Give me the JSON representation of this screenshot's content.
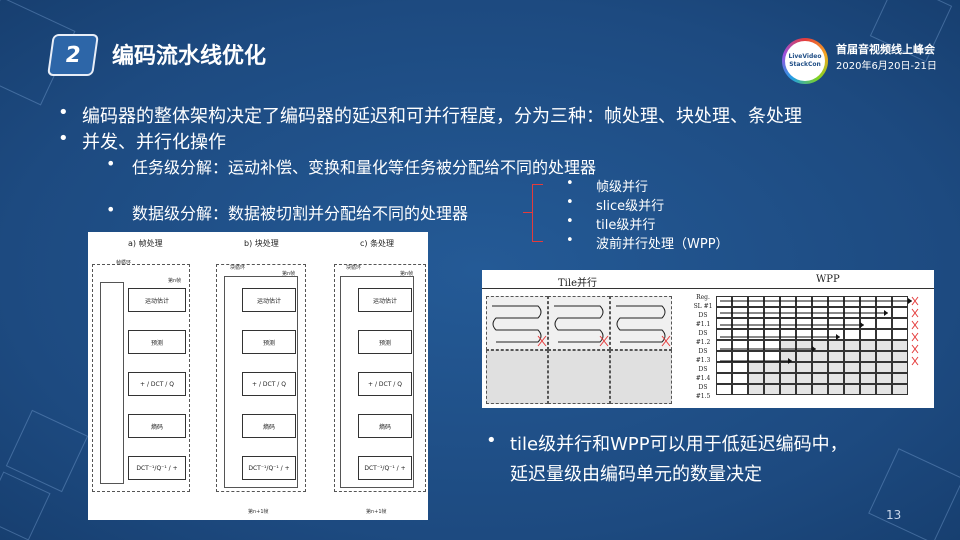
{
  "slide": {
    "section_number": "2",
    "title": "编码流水线优化",
    "conference": {
      "name": "首届音视频线上峰会",
      "date": "2020年6月20日-21日",
      "logo_text": "LiveVideo StackCon"
    },
    "page_number": "13"
  },
  "bullets": [
    {
      "text": "编码器的整体架构决定了编码器的延迟和可并行程度，分为三种：帧处理、块处理、条处理"
    },
    {
      "text": "并发、并行化操作"
    }
  ],
  "sub_bullets": [
    {
      "text": "任务级分解：运动补偿、变换和量化等任务被分配给不同的处理器"
    },
    {
      "text": "数据级分解：数据被切割并分配给不同的处理器"
    }
  ],
  "data_level_items": [
    {
      "text": "帧级并行"
    },
    {
      "text": "slice级并行"
    },
    {
      "text": "tile级并行"
    },
    {
      "text": "波前并行处理（WPP）"
    }
  ],
  "left_figure": {
    "columns": [
      {
        "title": "a) 帧处理"
      },
      {
        "title": "b) 块处理"
      },
      {
        "title": "c) 条处理"
      }
    ],
    "boxes": {
      "motion": "运动估计",
      "predict": "预测",
      "dct": "+ / DCT / Q",
      "encode": "熵码",
      "idct": "DCT⁻¹/Q⁻¹ / +"
    },
    "loop_labels": {
      "frame_loop": "帧循环",
      "block_loop": "块循环",
      "n_frame": "第n帧",
      "n1_frame": "第n+1帧"
    }
  },
  "right_figure": {
    "tile_title": "Tile并行",
    "wpp_title": "WPP",
    "wpp_row_labels": [
      "Reg.",
      "SL #1",
      "DS",
      "#1.1",
      "DS",
      "#1.2",
      "DS",
      "#1.3",
      "DS",
      "#1.4",
      "DS",
      "#1.5"
    ]
  },
  "conclusion": {
    "line1": "tile级并行和WPP可以用于低延迟编码中，",
    "line2": "延迟量级由编码单元的数量决定"
  },
  "colors": {
    "background": "#1f4e86",
    "brace": "#e43b3b"
  }
}
